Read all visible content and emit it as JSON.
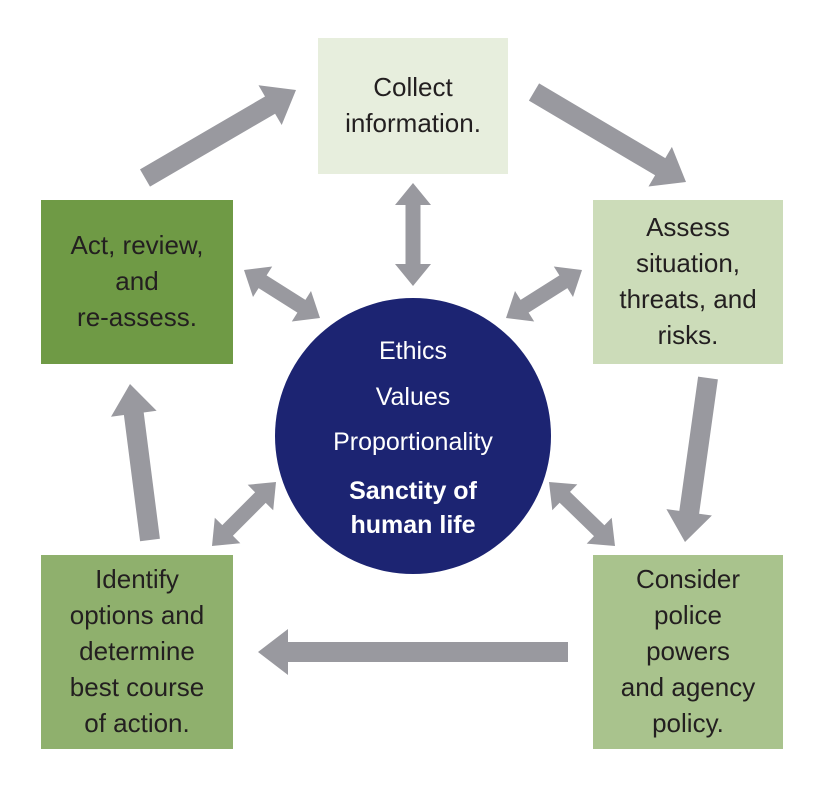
{
  "colors": {
    "arrow": "#99999f",
    "circle": "#1c2472",
    "collect_box": "#e7eedd",
    "assess_box": "#ccdcb9",
    "act_box": "#6f9a45",
    "identify_box": "#8fb06d",
    "consider_box": "#a9c38d"
  },
  "nodes": {
    "collect": {
      "label": "Collect\ninformation."
    },
    "assess": {
      "label": "Assess\nsituation,\nthreats, and\nrisks."
    },
    "consider": {
      "label": "Consider\npolice\npowers\nand agency\npolicy."
    },
    "identify": {
      "label": "Identify\noptions and\ndetermine\nbest course\nof action."
    },
    "act": {
      "label": "Act, review,\nand\nre-assess."
    }
  },
  "center": {
    "lines": [
      "Ethics",
      "Values",
      "Proportionality"
    ],
    "emphasis": "Sanctity of\nhuman life"
  },
  "cycle_order": [
    "collect",
    "assess",
    "consider",
    "identify",
    "act"
  ],
  "links_to_center": [
    "collect",
    "assess",
    "consider",
    "identify",
    "act"
  ]
}
